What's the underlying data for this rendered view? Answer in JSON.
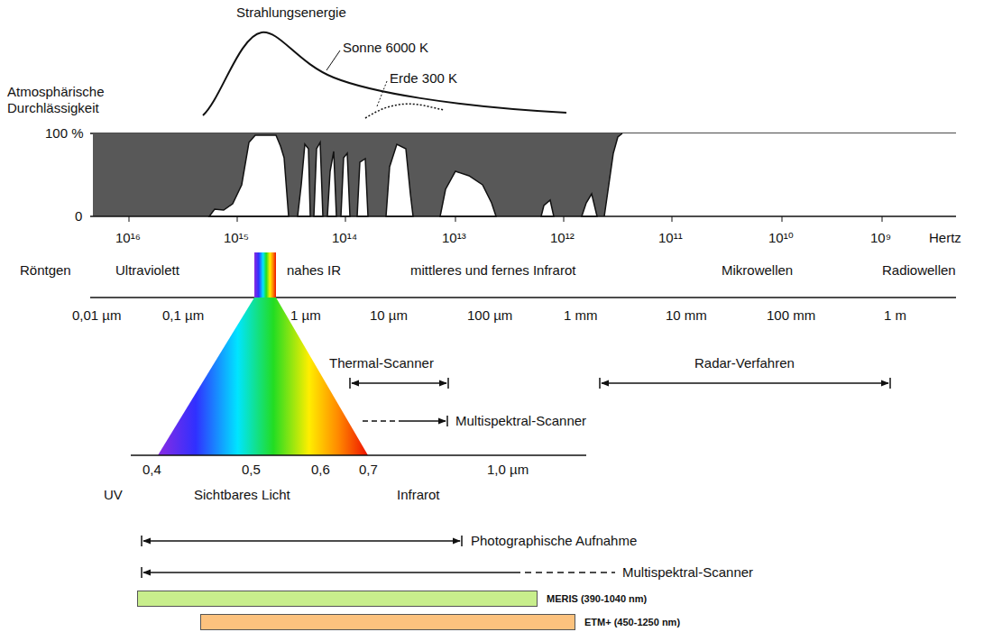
{
  "diagram": {
    "nodes": [
      {
        "text": [
          "MERIS (390-1040 nm)"
        ]
      },
      {
        "text": [
          "ETM+ (450-1250 nm)"
        ]
      }
    ],
    "labels": [
      "Strahlungsenergie",
      "Sonne 6000 K",
      "Erde 300 K",
      "Atmosphärische Durchlässigkeit",
      "100 %",
      "0",
      "10¹⁶",
      "10¹⁵",
      "10¹⁴",
      "10¹³",
      "10¹²",
      "10¹¹",
      "10¹⁰",
      "10⁹",
      "Hertz",
      "Röntgen",
      "Ultraviolett",
      "nahes IR",
      "mittleres und fernes Infrarot",
      "Mikrowellen",
      "Radiowellen",
      "0,01 µm",
      "0,1 µm",
      "1 µm",
      "10 µm",
      "100 µm",
      "1 mm",
      "10 mm",
      "100 mm",
      "1 m",
      "Thermal-Scanner",
      "Radar-Verfahren",
      "Multispektral-Scanner",
      "0,4",
      "0,5",
      "0,6",
      "0,7",
      "1,0 µm",
      "UV",
      "Sichtbares Licht",
      "Infrarot",
      "Photographische Aufnahme",
      "Multispektral-Scanner"
    ]
  }
}
